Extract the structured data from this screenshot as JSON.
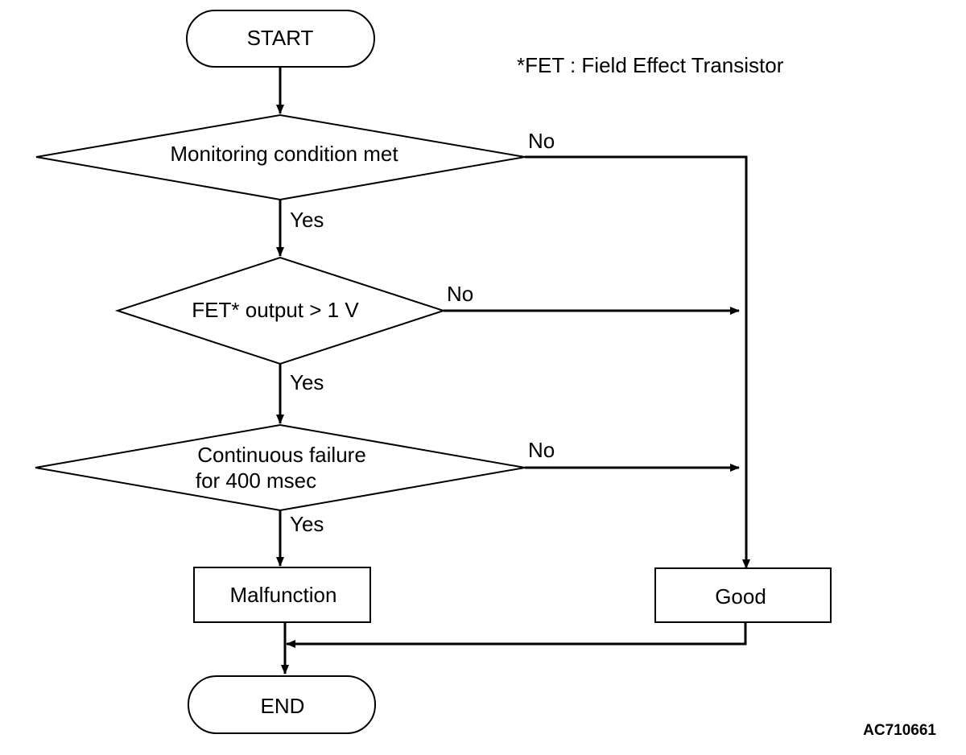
{
  "flowchart": {
    "start": "START",
    "footnote": "*FET : Field Effect Transistor",
    "decisions": [
      {
        "text": "Monitoring condition met",
        "yes": "Yes",
        "no": "No"
      },
      {
        "text": "FET* output > 1 V",
        "yes": "Yes",
        "no": "No"
      },
      {
        "text_line1": "Continuous failure",
        "text_line2": "for 400 msec",
        "yes": "Yes",
        "no": "No"
      }
    ],
    "malfunction": "Malfunction",
    "good": "Good",
    "end": "END",
    "figure_code": "AC710661"
  }
}
